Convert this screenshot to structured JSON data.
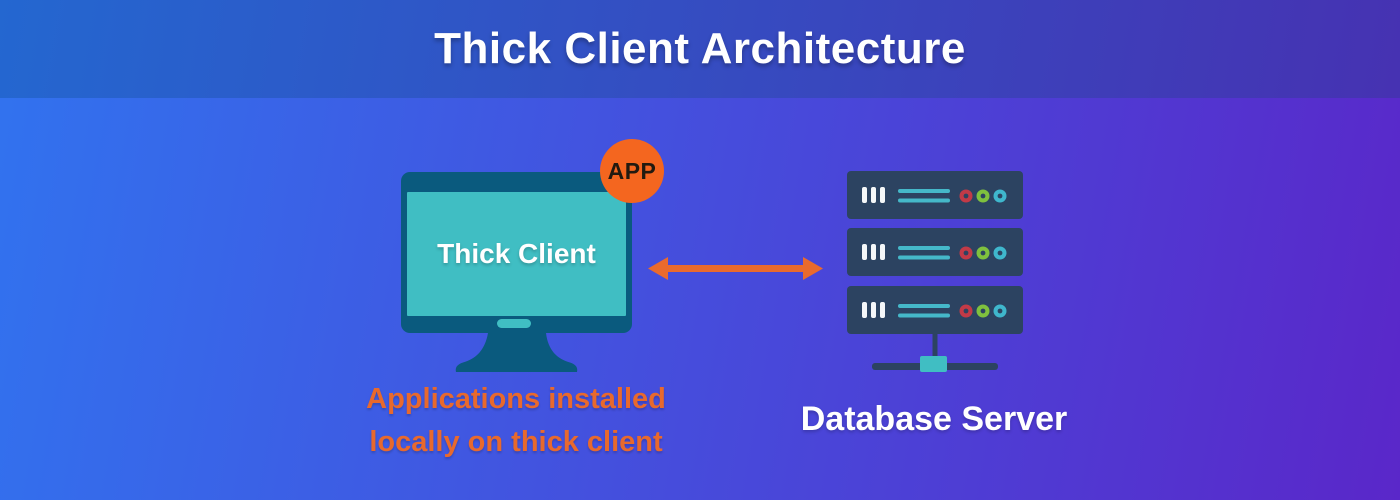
{
  "header": {
    "title": "Thick Client Architecture"
  },
  "client": {
    "screen_label": "Thick Client",
    "badge_label": "APP",
    "caption_line1": "Applications installed",
    "caption_line2": "locally on thick client"
  },
  "server": {
    "label": "Database Server"
  },
  "colors": {
    "header-grad-left": "#2467d0",
    "header-grad-right": "#4632b2",
    "body-grad-left": "#3173ef",
    "body-grad-right": "#5a27c9",
    "monitor-dark": "#0a5a7e",
    "screen-teal": "#40bec3",
    "rack-navy": "#2c4361",
    "rack-line-teal": "#45b8c9",
    "vent-white": "#f5f7f9",
    "light-red": "#c23a47",
    "light-green": "#7fc13e",
    "light-cyan": "#3fb7cd",
    "arrow-orange": "#ea6a2d",
    "caption-orange": "#e8692d",
    "badge-orange": "#f4661f",
    "badge-text": "#211a10",
    "title-white": "#ffffff"
  }
}
